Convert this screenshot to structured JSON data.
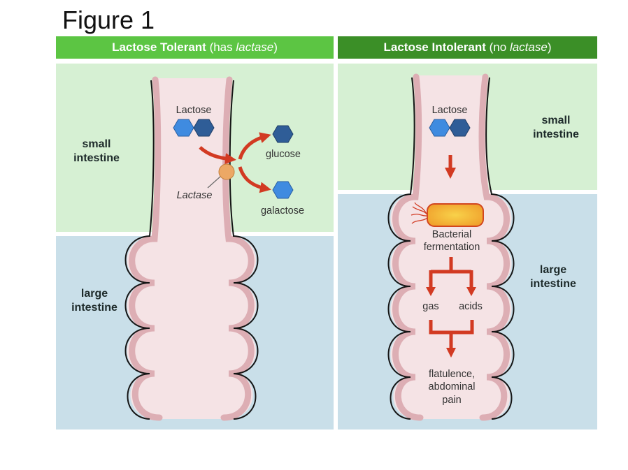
{
  "figure_title": "Figure 1",
  "colors": {
    "tolerant_header": "#5cc543",
    "intolerant_header": "#3b8f27",
    "small_intestine_bg": "#d6f0d3",
    "large_intestine_bg": "#c9dfe9",
    "tube_fill": "#f5e3e5",
    "tube_wall": "#ddaeb4",
    "glucose": "#2f5d97",
    "galactose": "#3f8be0",
    "arrow": "#d23a22",
    "lactase": "#eca865",
    "bacterium": "#f2b630"
  },
  "panels": [
    {
      "header_bold": "Lactose Tolerant",
      "header_rest_open": " (has ",
      "header_italic": "lactase",
      "header_rest_close": ")",
      "small_intestine_label_1": "small",
      "small_intestine_label_2": "intestine",
      "large_intestine_label_1": "large",
      "large_intestine_label_2": "intestine",
      "lactose_label": "Lactose",
      "lactase_label": "Lactase",
      "glucose_label": "glucose",
      "galactose_label": "galactose"
    },
    {
      "header_bold": "Lactose Intolerant",
      "header_rest_open": " (no ",
      "header_italic": "lactase",
      "header_rest_close": ")",
      "small_intestine_label_1": "small",
      "small_intestine_label_2": "intestine",
      "large_intestine_label_1": "large",
      "large_intestine_label_2": "intestine",
      "lactose_label": "Lactose",
      "bacteria_label_1": "Bacterial",
      "bacteria_label_2": "fermentation",
      "gas_label": "gas",
      "acids_label": "acids",
      "outcome_label_1": "flatulence,",
      "outcome_label_2": "abdominal",
      "outcome_label_3": "pain"
    }
  ]
}
